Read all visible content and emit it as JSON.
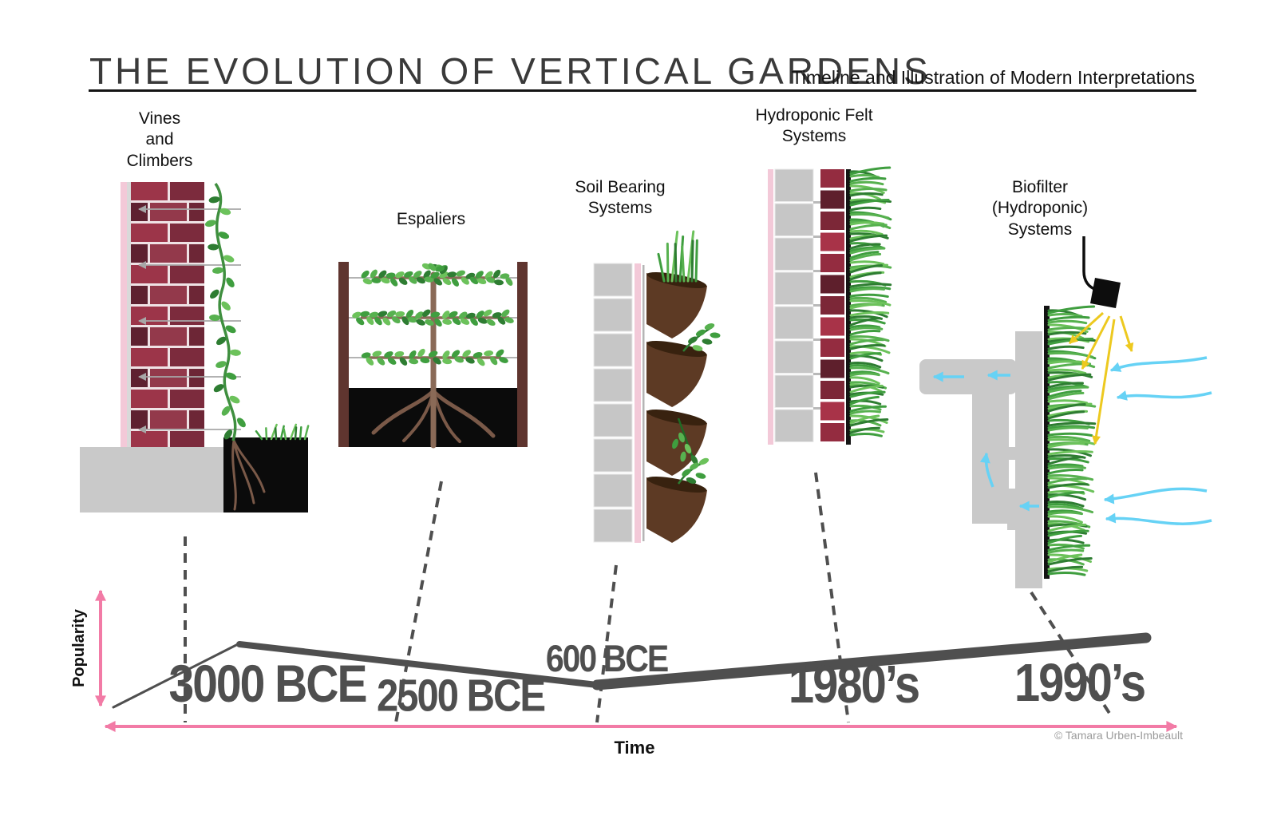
{
  "header": {
    "title": "THE EVOLUTION OF VERTICAL GARDENS",
    "subtitle": "Timeline and Illustration of Modern Interpretations"
  },
  "systems": [
    {
      "label": "Vines\nand\nClimbers",
      "era": "3000 BCE"
    },
    {
      "label": "Espaliers",
      "era": "2500 BCE"
    },
    {
      "label": "Soil Bearing\nSystems",
      "era": "600 BCE"
    },
    {
      "label": "Hydroponic Felt\nSystems",
      "era": "1980’s"
    },
    {
      "label": "Biofilter\n(Hydroponic)\nSystems",
      "era": "1990’s"
    }
  ],
  "timeline": {
    "x_axis_label": "Time",
    "y_axis_label": "Popularity",
    "credit": "© Tamara Urben-Imbeault"
  },
  "icons": {
    "grow_light": "spotlight-lamp-icon",
    "airflow": "curved-airflow-arrow-icon",
    "light_ray": "light-ray-arrow-icon"
  },
  "colors": {
    "accent_pink": "#f27ba6",
    "brick_red": "#8e2b3e",
    "foliage_green": "#3f9e3f",
    "timeline_gray": "#4f4f4f",
    "duct_gray": "#c9c9c9",
    "soil_black": "#0b0b0b",
    "felt_red": "#942c40",
    "air_blue": "#66d2f5",
    "ray_yellow": "#edc91f"
  }
}
